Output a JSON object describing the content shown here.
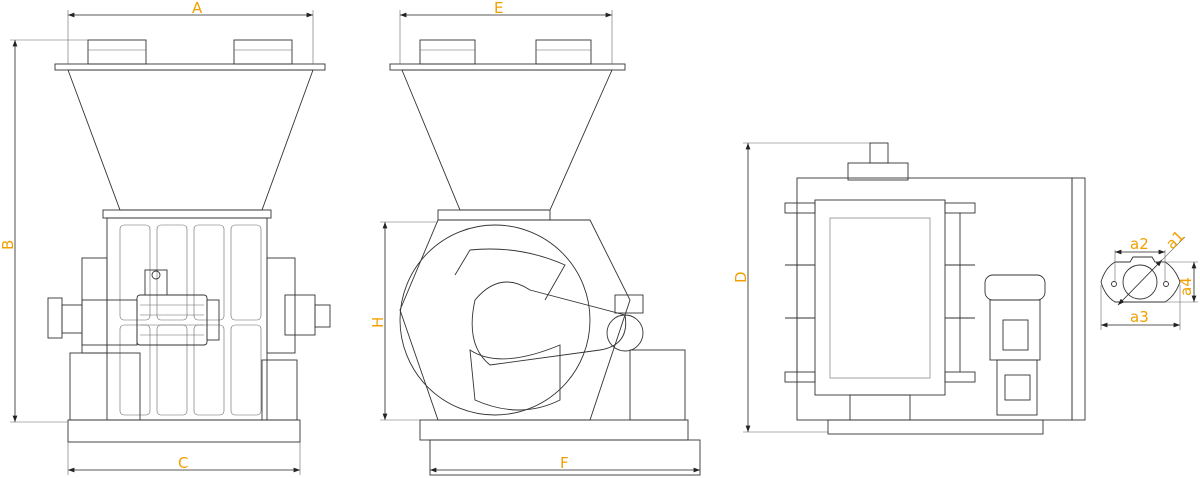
{
  "dimensions": {
    "A": "A",
    "B": "B",
    "C": "C",
    "E": "E",
    "F": "F",
    "H": "H",
    "D": "D",
    "a1": "a1",
    "a2": "a2",
    "a3": "a3",
    "a4": "a4"
  },
  "label_color": "#f0a000"
}
